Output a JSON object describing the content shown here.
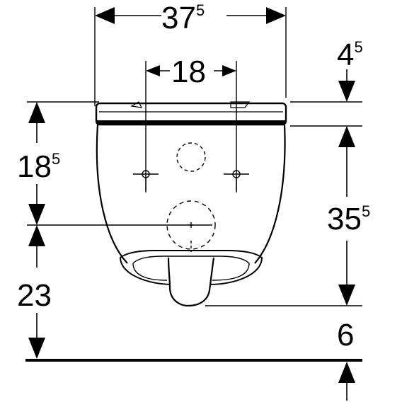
{
  "dimensions": {
    "overall_width": {
      "value": "37",
      "sup": "5"
    },
    "fixing_spacing": {
      "value": "18",
      "sup": ""
    },
    "top_offset": {
      "value": "4",
      "sup": "5"
    },
    "fixing_height": {
      "value": "18",
      "sup": "5"
    },
    "depth_to_outlet": {
      "value": "35",
      "sup": "5"
    },
    "outlet_height": {
      "value": "23",
      "sup": ""
    },
    "floor_offset": {
      "value": "6",
      "sup": ""
    }
  }
}
